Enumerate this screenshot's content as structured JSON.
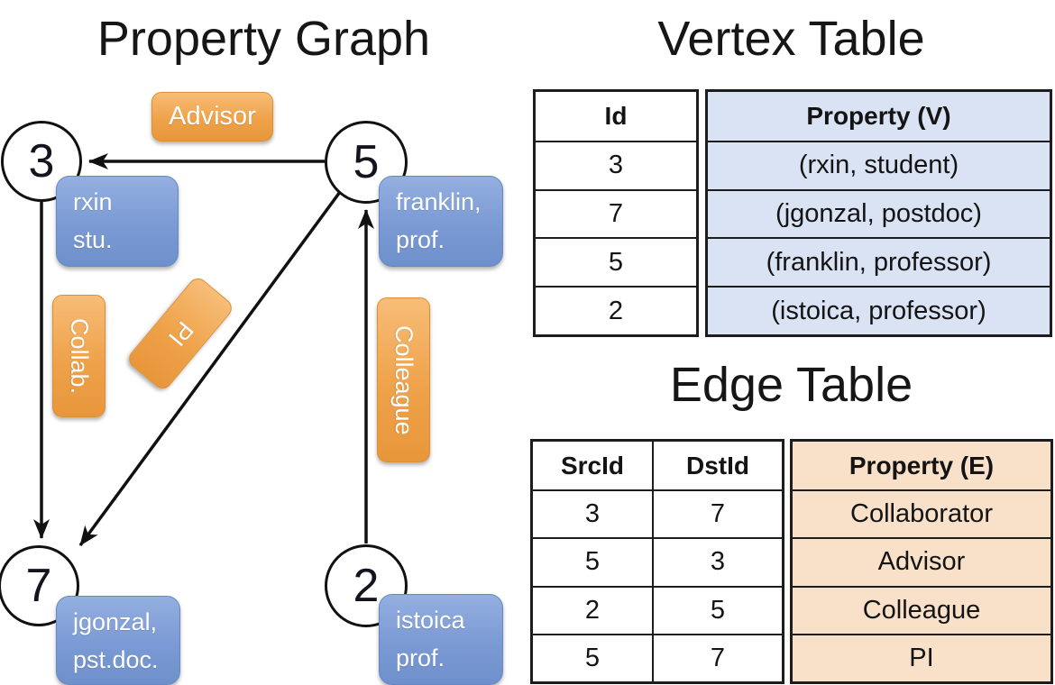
{
  "titles": {
    "graph": "Property Graph",
    "vertex_table": "Vertex Table",
    "edge_table": "Edge Table"
  },
  "colors": {
    "edge_label_orange": "#EFA24A",
    "vertex_box_blue": "#7B9AD4",
    "vertex_table_fill": "#DAE3F3",
    "edge_table_fill": "#F9E1C9",
    "line_black": "#111111"
  },
  "graph": {
    "nodes": [
      {
        "id": "3",
        "property_line1": "rxin",
        "property_line2": "stu."
      },
      {
        "id": "5",
        "property_line1": "franklin,",
        "property_line2": "prof."
      },
      {
        "id": "7",
        "property_line1": "jgonzal,",
        "property_line2": "pst.doc."
      },
      {
        "id": "2",
        "property_line1": "istoica",
        "property_line2": "prof."
      }
    ],
    "edges": [
      {
        "src": "5",
        "dst": "3",
        "label": "Advisor"
      },
      {
        "src": "3",
        "dst": "7",
        "label": "Collab."
      },
      {
        "src": "5",
        "dst": "7",
        "label": "PI"
      },
      {
        "src": "2",
        "dst": "5",
        "label": "Colleague"
      }
    ]
  },
  "vertex_table": {
    "headers": {
      "id": "Id",
      "property": "Property (V)"
    },
    "rows": [
      {
        "id": "3",
        "property": "(rxin, student)"
      },
      {
        "id": "7",
        "property": "(jgonzal, postdoc)"
      },
      {
        "id": "5",
        "property": "(franklin, professor)"
      },
      {
        "id": "2",
        "property": "(istoica, professor)"
      }
    ]
  },
  "edge_table": {
    "headers": {
      "src": "SrcId",
      "dst": "DstId",
      "property": "Property (E)"
    },
    "rows": [
      {
        "src": "3",
        "dst": "7",
        "property": "Collaborator"
      },
      {
        "src": "5",
        "dst": "3",
        "property": "Advisor"
      },
      {
        "src": "2",
        "dst": "5",
        "property": "Colleague"
      },
      {
        "src": "5",
        "dst": "7",
        "property": "PI"
      }
    ]
  }
}
